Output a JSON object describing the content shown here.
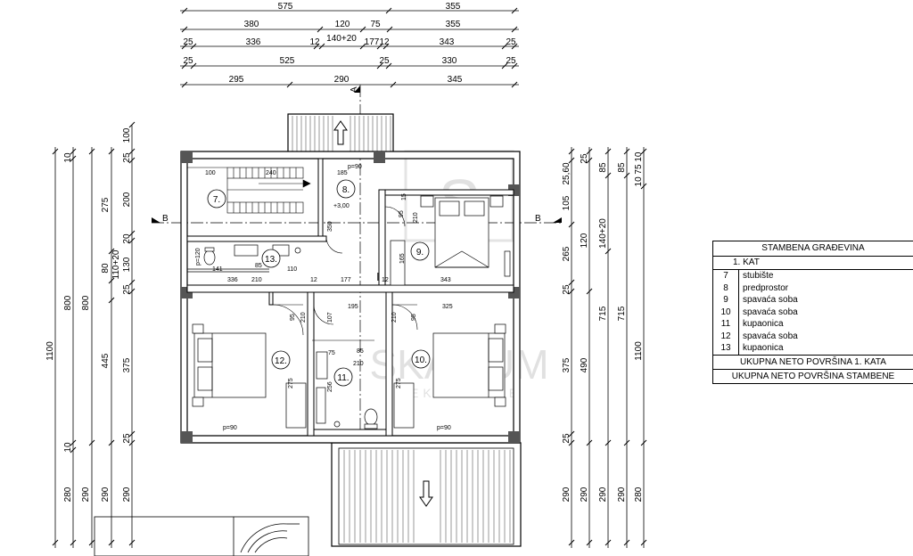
{
  "top_dimensions": {
    "row1": [
      "575",
      "355"
    ],
    "row2": [
      "380",
      "120",
      "75",
      "355"
    ],
    "row3": [
      "25",
      "336",
      "12",
      "140+20",
      "177",
      "12",
      "343",
      "25"
    ],
    "row4": [
      "25",
      "525",
      "25",
      "330",
      "25"
    ],
    "row5": [
      "295",
      "290",
      "345"
    ]
  },
  "section_markers": {
    "a": "A",
    "b_left": "B",
    "b_right": "B"
  },
  "left_dimensions": {
    "total": "1100",
    "col2": [
      "10",
      "800",
      "10",
      "280"
    ],
    "col3": [
      "800",
      "290"
    ],
    "col4": [
      "275",
      "80",
      "110+20",
      "445",
      "290"
    ],
    "col5": [
      "100",
      "25",
      "200",
      "20",
      "130",
      "25",
      "375",
      "25",
      "290"
    ]
  },
  "right_dimensions": {
    "col1": [
      "25,60",
      "105",
      "265",
      "25",
      "375",
      "25",
      "290"
    ],
    "col2": [
      "25",
      "120",
      "490",
      "290"
    ],
    "col3": [
      "85",
      "140+20",
      "715",
      "290"
    ],
    "col4": [
      "85",
      "715",
      "290"
    ],
    "col5": [
      "10 75 10",
      "1100",
      "280"
    ]
  },
  "interior_labels": {
    "d100": "100",
    "d240": "240",
    "d185": "185",
    "d_90": "p=90",
    "elev": "+3,00",
    "d350": "350",
    "d95a": "95",
    "d210a": "210",
    "d_15": "15",
    "d165": "165",
    "d141": "141",
    "d85": "85",
    "d110": "110",
    "d120": "p=120",
    "d336": "336",
    "d210b": "210",
    "d12a": "12",
    "d177": "177",
    "d12b": "12",
    "d343": "343",
    "d195": "195",
    "d325": "325",
    "d95b": "95",
    "d210c": "210",
    "d107": "107",
    "d210d": "210",
    "d95c": "95",
    "d75": "75",
    "d85b": "85",
    "d210e": "210",
    "d275a": "275",
    "d256": "256",
    "d275b": "275",
    "p90a": "p=90",
    "p90b": "p=90"
  },
  "rooms": [
    {
      "no": "7.",
      "label": "stubište"
    },
    {
      "no": "8.",
      "label": "predprostor"
    },
    {
      "no": "9.",
      "label": "spavaća soba"
    },
    {
      "no": "10.",
      "label": "spavaća soba"
    },
    {
      "no": "11.",
      "label": "kupaonica"
    },
    {
      "no": "12.",
      "label": "spavaća soba"
    },
    {
      "no": "13.",
      "label": "kupaonica"
    }
  ],
  "legend": {
    "title": "STAMBENA GRAĐEVINA",
    "floor": "1. KAT",
    "rows": [
      {
        "n": "7",
        "t": "stubište"
      },
      {
        "n": "8",
        "t": "predprostor"
      },
      {
        "n": "9",
        "t": "spavaća soba"
      },
      {
        "n": "10",
        "t": "spavaća soba"
      },
      {
        "n": "11",
        "t": "kupaonica"
      },
      {
        "n": "12",
        "t": "spavaća soba"
      },
      {
        "n": "13",
        "t": "kupaonica"
      }
    ],
    "total_floor": "UKUPNA NETO POVRŠINA 1. KATA",
    "total_building": "UKUPNA NETO POVRŠINA STAMBENE"
  },
  "watermark": {
    "brand": "SKATIUM",
    "sub": "NEKRETNINE",
    "logo": "S"
  },
  "colors": {
    "line": "#000000",
    "wall_fill": "#ffffff",
    "column_fill": "#555555",
    "watermark": "#c9c9c9"
  }
}
